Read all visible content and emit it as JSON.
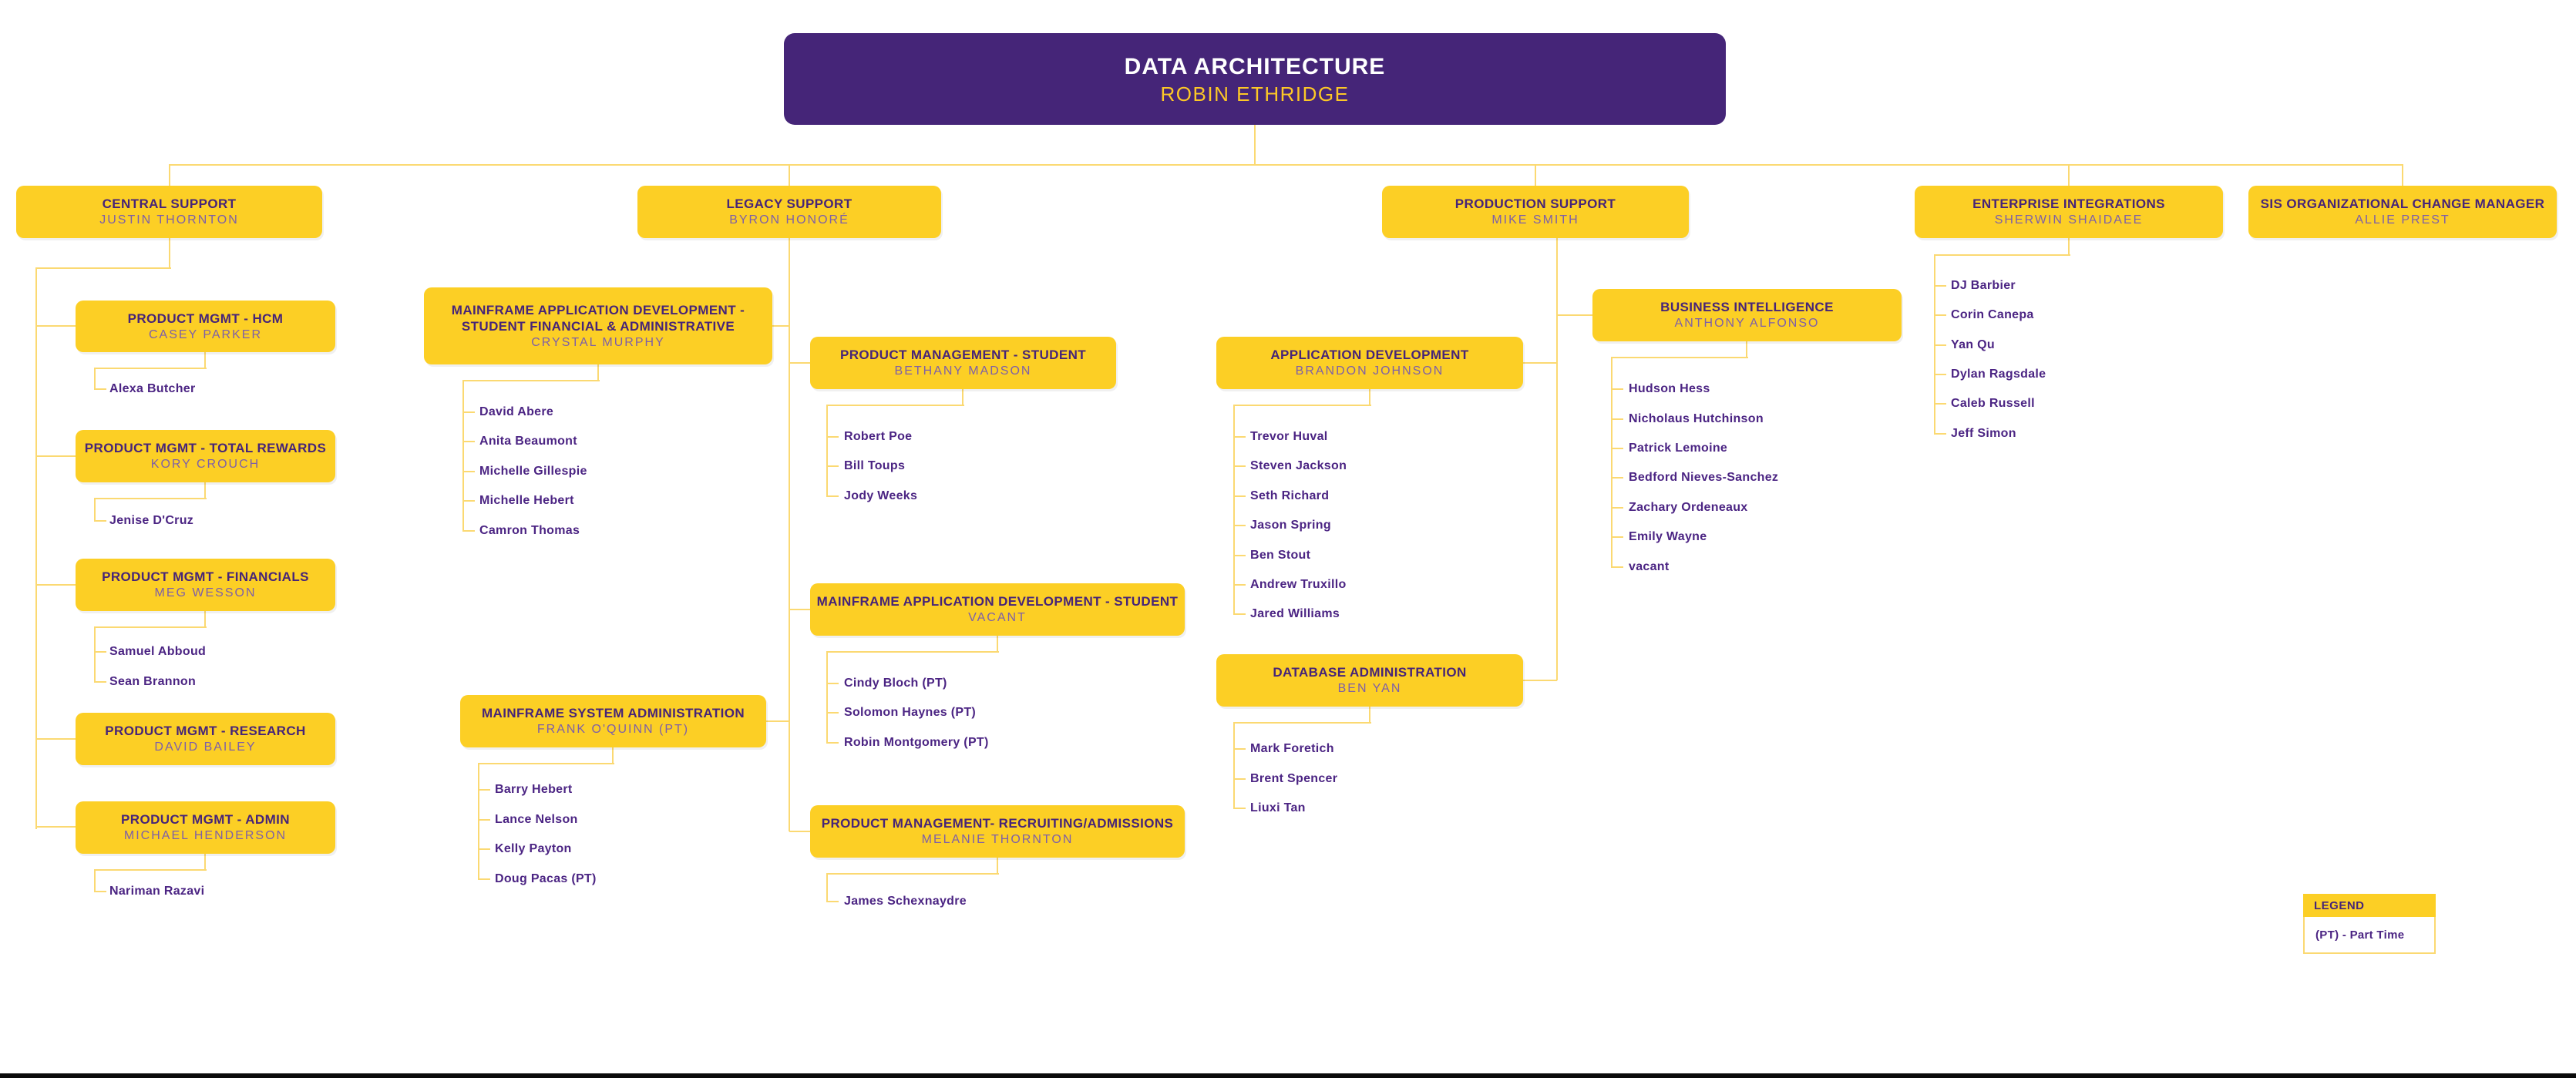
{
  "colors": {
    "purple_box": "#452578",
    "gold_box": "#FCCF25",
    "connector_line": "#FBD972",
    "title_text": "#462478",
    "manager_text": "#7D5FA9",
    "report_text": "#4B2483",
    "root_title_text": "#FFFFFF",
    "root_manager_text": "#FDC826",
    "background": "#FFFFFF"
  },
  "root": {
    "title": "DATA ARCHITECTURE",
    "name": "ROBIN ETHRIDGE"
  },
  "units": {
    "central": {
      "title": "CENTRAL SUPPORT",
      "name": "JUSTIN THORNTON"
    },
    "legacy": {
      "title": "LEGACY SUPPORT",
      "name": "BYRON HONORÉ"
    },
    "production": {
      "title": "PRODUCTION SUPPORT",
      "name": "MIKE SMITH"
    },
    "enterprise": {
      "title": "ENTERPRISE INTEGRATIONS",
      "name": "SHERWIN SHAIDAEE",
      "reports": [
        "DJ Barbier",
        "Corin Canepa",
        "Yan Qu",
        "Dylan Ragsdale",
        "Caleb Russell",
        "Jeff Simon"
      ]
    },
    "sis": {
      "title": "SIS ORGANIZATIONAL CHANGE MANAGER",
      "name": "ALLIE PREST"
    },
    "hcm": {
      "title": "PRODUCT MGMT - HCM",
      "name": "CASEY PARKER",
      "reports": [
        "Alexa Butcher"
      ]
    },
    "total_rewards": {
      "title": "PRODUCT MGMT - TOTAL REWARDS",
      "name": "KORY CROUCH",
      "reports": [
        "Jenise D'Cruz"
      ]
    },
    "financials": {
      "title": "PRODUCT MGMT - FINANCIALS",
      "name": "MEG WESSON",
      "reports": [
        "Samuel Abboud",
        "Sean Brannon"
      ]
    },
    "research": {
      "title": "PRODUCT MGMT - RESEARCH",
      "name": "DAVID BAILEY"
    },
    "admin": {
      "title": "PRODUCT MGMT - ADMIN",
      "name": "MICHAEL HENDERSON",
      "reports": [
        "Nariman Razavi"
      ]
    },
    "mad_sfa": {
      "title": "MAINFRAME APPLICATION  DEVELOPMENT - STUDENT FINANCIAL & ADMINISTRATIVE",
      "name": "CRYSTAL MURPHY",
      "reports": [
        "David Abere",
        "Anita Beaumont",
        "Michelle Gillespie",
        "Michelle Hebert",
        "Camron Thomas"
      ]
    },
    "msa": {
      "title": "MAINFRAME SYSTEM ADMINISTRATION",
      "name": "FRANK O'QUINN (PT)",
      "reports": [
        "Barry Hebert",
        "Lance Nelson",
        "Kelly Payton",
        "Doug Pacas (PT)"
      ]
    },
    "pm_student": {
      "title": "PRODUCT MANAGEMENT - STUDENT",
      "name": "BETHANY MADSON",
      "reports": [
        "Robert Poe",
        "Bill Toups",
        "Jody Weeks"
      ]
    },
    "mad_student": {
      "title": "MAINFRAME APPLICATION DEVELOPMENT - STUDENT",
      "name": "VACANT",
      "reports": [
        "Cindy Bloch (PT)",
        "Solomon Haynes (PT)",
        "Robin Montgomery (PT)"
      ]
    },
    "pm_recruiting": {
      "title": "PRODUCT MANAGEMENT- RECRUITING/ADMISSIONS",
      "name": "MELANIE THORNTON",
      "reports": [
        "James Schexnaydre"
      ]
    },
    "app_dev": {
      "title": "APPLICATION DEVELOPMENT",
      "name": "BRANDON JOHNSON",
      "reports": [
        "Trevor Huval",
        "Steven Jackson",
        "Seth Richard",
        "Jason Spring",
        "Ben Stout",
        "Andrew Truxillo",
        "Jared Williams"
      ]
    },
    "bi": {
      "title": "BUSINESS INTELLIGENCE",
      "name": "ANTHONY ALFONSO",
      "reports": [
        "Hudson Hess",
        "Nicholaus Hutchinson",
        "Patrick Lemoine",
        "Bedford Nieves-Sanchez",
        "Zachary Ordeneaux",
        "Emily Wayne",
        "vacant"
      ]
    },
    "dba": {
      "title": "DATABASE ADMINISTRATION",
      "name": "BEN YAN",
      "reports": [
        "Mark Foretich",
        "Brent Spencer",
        "Liuxi Tan"
      ]
    }
  },
  "legend": {
    "header": "LEGEND",
    "entry": "(PT) - Part Time"
  }
}
